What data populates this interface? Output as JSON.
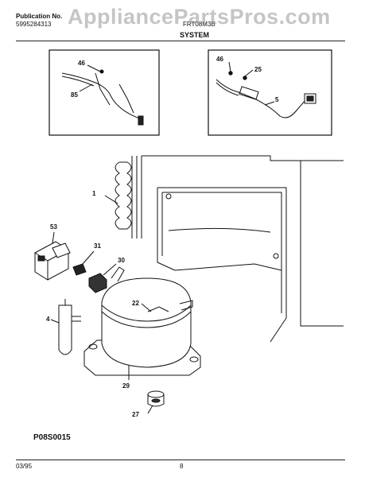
{
  "header": {
    "publication_label": "Publication No.",
    "publication_number": "5995284313",
    "model_code": "FRT08M3B",
    "section_title": "SYSTEM",
    "watermark": "AppliancePartsPros.com"
  },
  "callouts": {
    "p46a": "46",
    "p85": "85",
    "p46b": "46",
    "p25": "25",
    "p5": "5",
    "p1": "1",
    "p53": "53",
    "p31": "31",
    "p30": "30",
    "p22": "22",
    "p4": "4",
    "p29": "29",
    "p27": "27"
  },
  "footer": {
    "diagram_code": "P08S0015",
    "date": "03/95",
    "page_number": "8"
  }
}
